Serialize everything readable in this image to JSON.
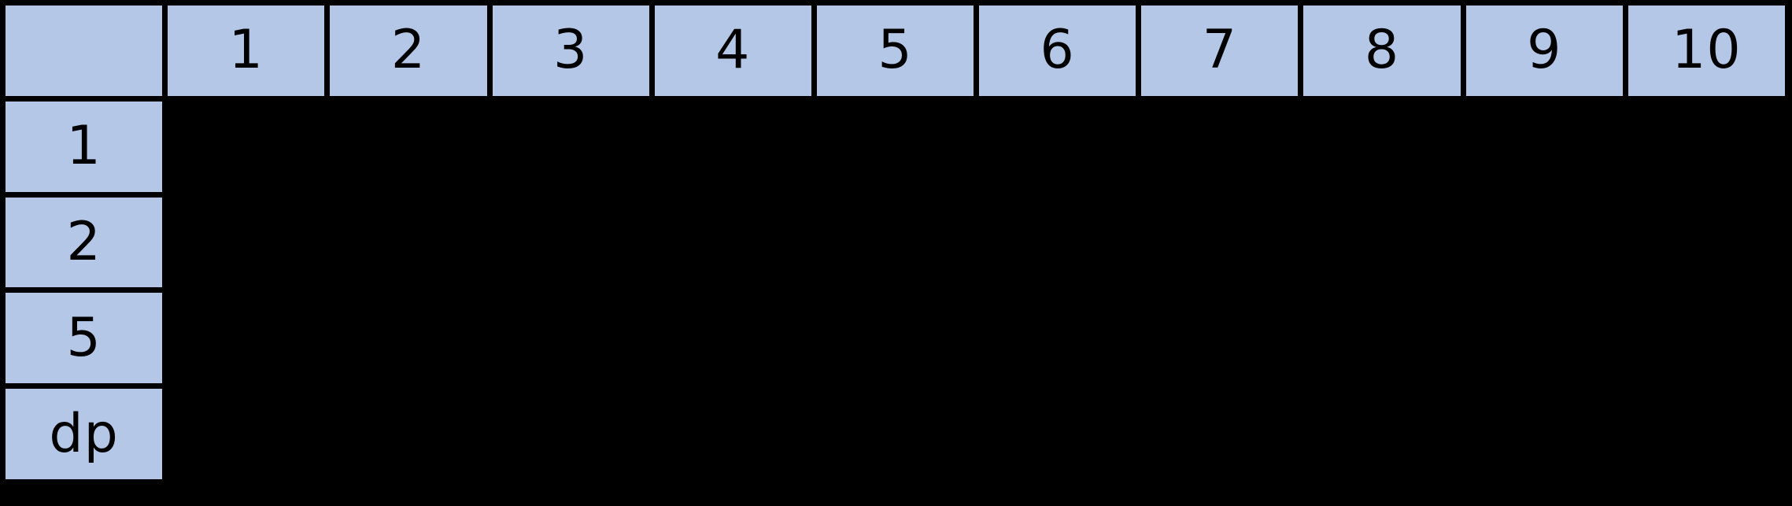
{
  "table": {
    "corner_label": "",
    "column_headers": [
      "1",
      "2",
      "3",
      "4",
      "5",
      "6",
      "7",
      "8",
      "9",
      "10"
    ],
    "row_labels": [
      "1",
      "2",
      "5",
      "dp"
    ]
  },
  "colors": {
    "cell_fill": "#b4c7e7",
    "canvas_background": "#000000",
    "grid_lines": "#000000",
    "text": "#000000"
  }
}
